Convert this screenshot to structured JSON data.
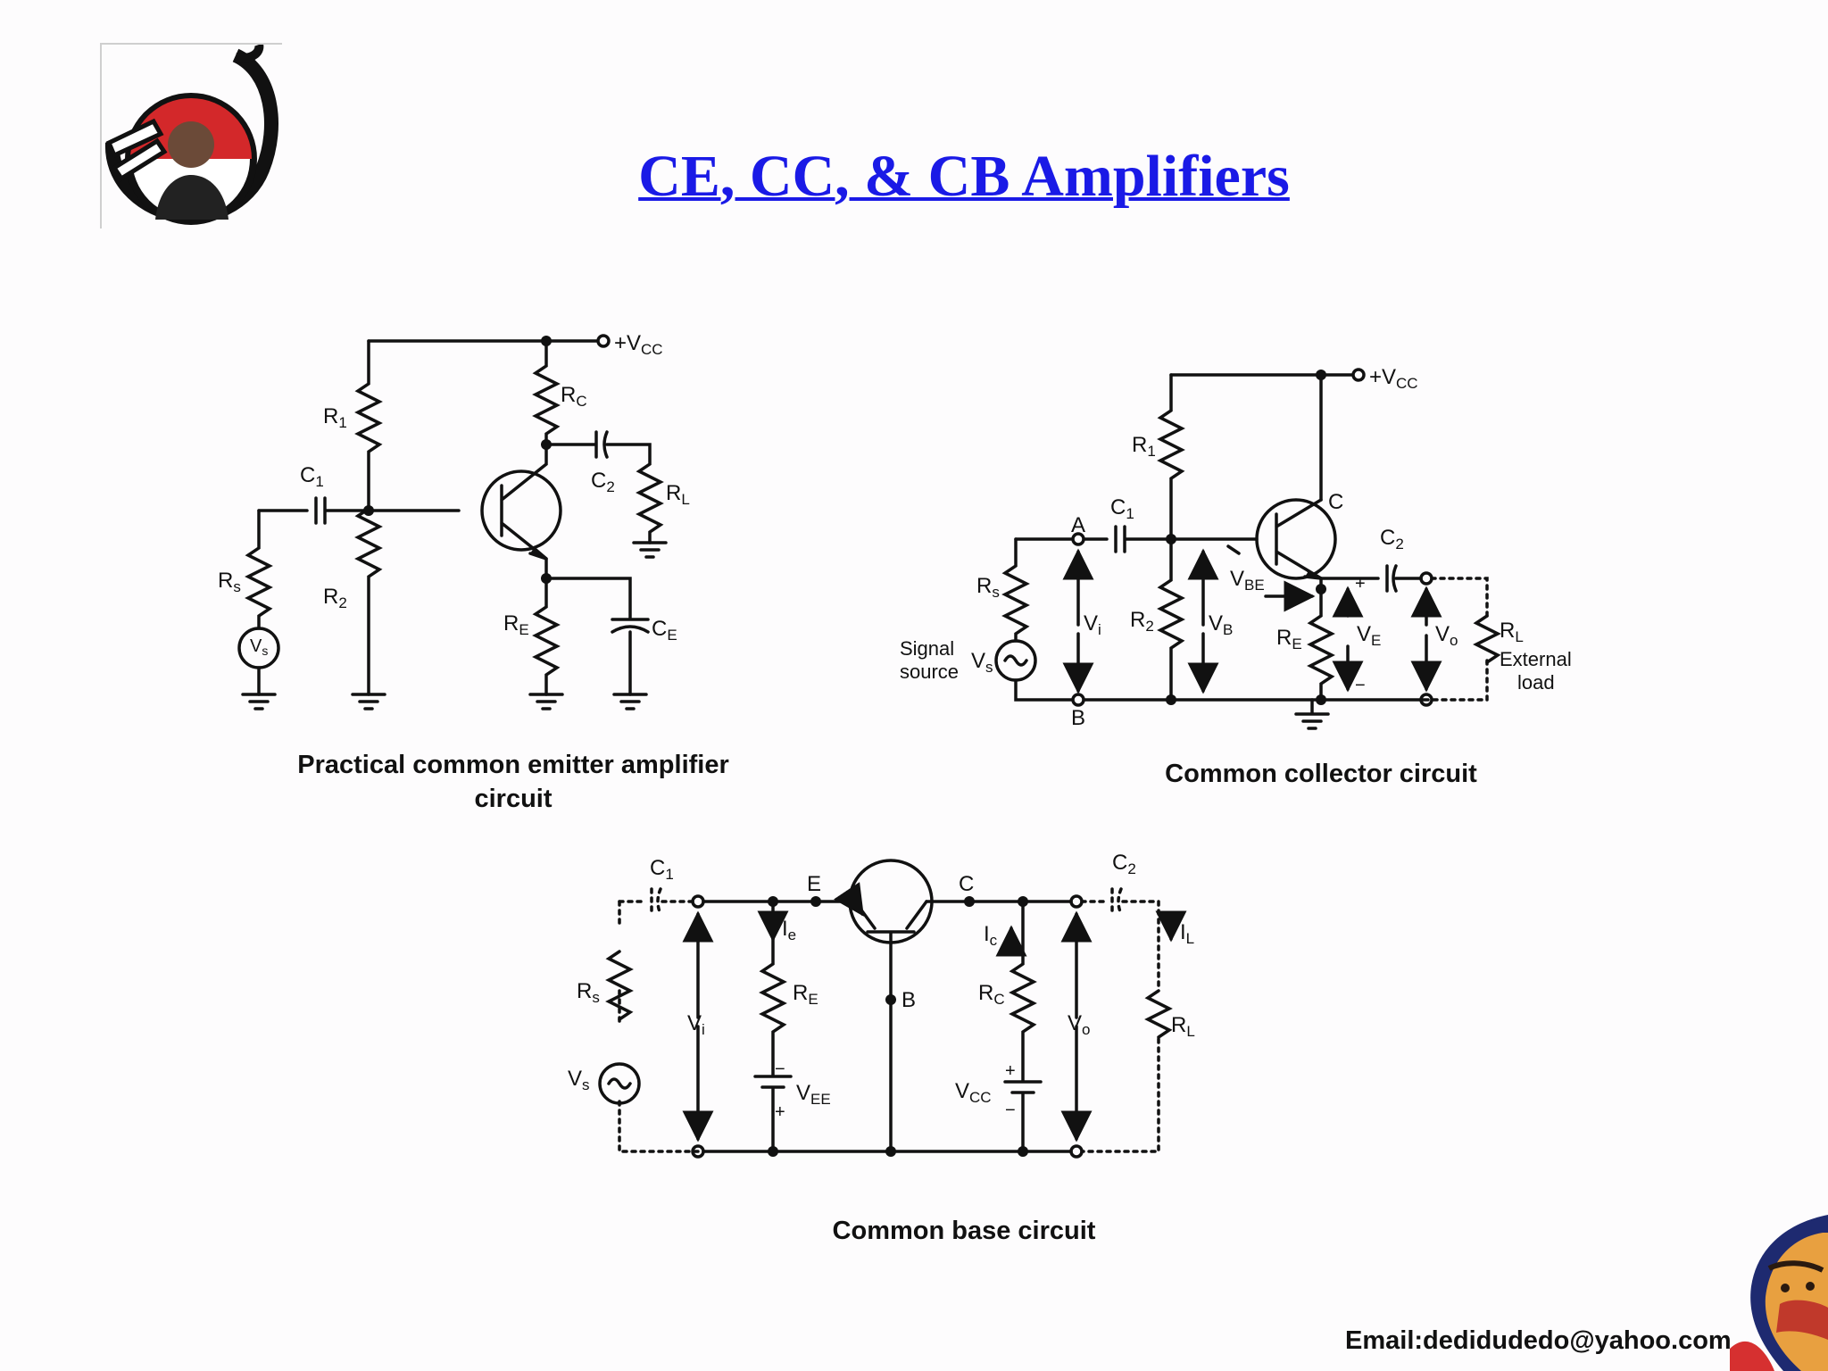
{
  "slide": {
    "title": "CE, CC, & CB Amplifiers",
    "email": "Email:dedidudedo@yahoo.com",
    "colors": {
      "title": "#1a1ae6",
      "wire": "#111111",
      "background": "#fdfcfd"
    },
    "logos": [
      "portrait-logo",
      "portrait-corner-logo"
    ]
  },
  "ce_circuit": {
    "caption_line1": "Practical common emitter amplifier",
    "caption_line2": "circuit",
    "labels": {
      "vcc": "+V",
      "vcc_sub": "CC",
      "r1": "R",
      "r1_sub": "1",
      "r2": "R",
      "r2_sub": "2",
      "rc": "R",
      "rc_sub": "C",
      "re": "R",
      "re_sub": "E",
      "rl": "R",
      "rl_sub": "L",
      "rs": "R",
      "rs_sub": "s",
      "c1": "C",
      "c1_sub": "1",
      "c2": "C",
      "c2_sub": "2",
      "ce": "C",
      "ce_sub": "E",
      "vs": "V",
      "vs_sub": "s"
    }
  },
  "cc_circuit": {
    "caption": "Common collector circuit",
    "labels": {
      "vcc": "+V",
      "vcc_sub": "CC",
      "r1": "R",
      "r1_sub": "1",
      "r2": "R",
      "r2_sub": "2",
      "re": "R",
      "re_sub": "E",
      "rl": "R",
      "rl_sub": "L",
      "rs": "R",
      "rs_sub": "s",
      "c1": "C",
      "c1_sub": "1",
      "c2": "C",
      "c2_sub": "2",
      "node_a": "A",
      "node_b": "B",
      "node_c": "C",
      "vi": "V",
      "vi_sub": "i",
      "vb": "V",
      "vb_sub": "B",
      "vbe": "V",
      "vbe_sub": "BE",
      "ve": "V",
      "ve_sub": "E",
      "vo": "V",
      "vo_sub": "o",
      "vs": "V",
      "vs_sub": "s",
      "plus": "+",
      "minus": "−",
      "signal_1": "Signal",
      "signal_2": "source",
      "external_1": "External",
      "external_2": "load"
    }
  },
  "cb_circuit": {
    "caption": "Common base circuit",
    "labels": {
      "c1": "C",
      "c1_sub": "1",
      "c2": "C",
      "c2_sub": "2",
      "e": "E",
      "c": "C",
      "b": "B",
      "rs": "R",
      "rs_sub": "s",
      "re": "R",
      "re_sub": "E",
      "rc": "R",
      "rc_sub": "C",
      "rl": "R",
      "rl_sub": "L",
      "vi": "V",
      "vi_sub": "i",
      "vo": "V",
      "vo_sub": "o",
      "vs": "V",
      "vs_sub": "s",
      "vee": "V",
      "vee_sub": "EE",
      "vcc": "V",
      "vcc_sub": "CC",
      "ie": "I",
      "ie_sub": "e",
      "ic": "I",
      "ic_sub": "c",
      "il": "I",
      "il_sub": "L",
      "plus": "+",
      "minus": "−"
    }
  }
}
